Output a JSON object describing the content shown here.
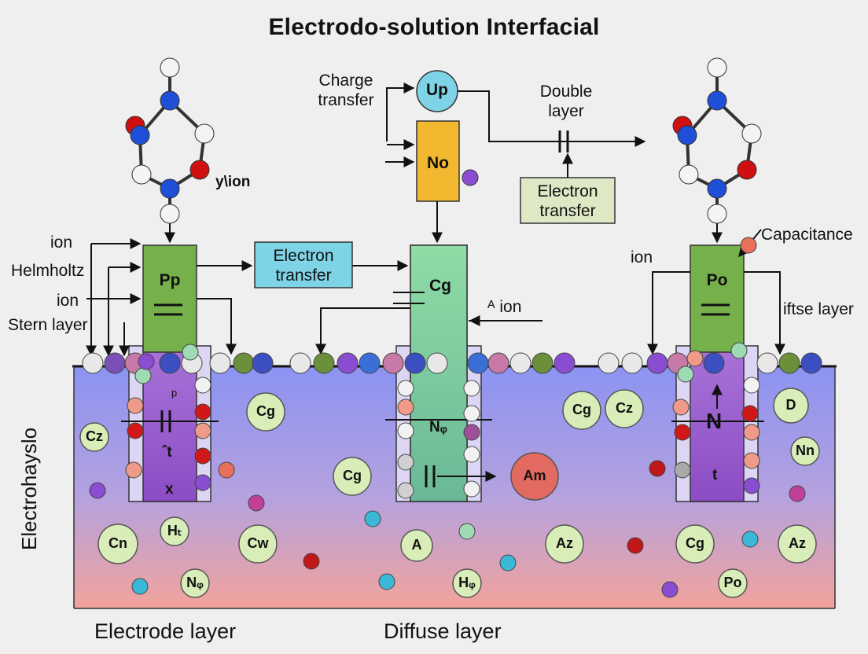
{
  "title": "Electrodo-solution Interfacial",
  "left_labels": {
    "ion_top": "ion",
    "helmholtz": "Helmholtz",
    "ion_mid": "ion",
    "stern_layer": "Stern layer",
    "molecule_ion": "у\\ion"
  },
  "right_labels": {
    "capacitance": "Capacitance",
    "ion": "ion",
    "diffuse_layer": "iftse layer"
  },
  "center_labels": {
    "charge_transfer": "Charge\ntransfer",
    "double_layer": "Double\nlayer",
    "electron_transfer_top": "Electron\ntransfer",
    "electron_transfer_mid": "Electron\ntransfer",
    "a_ion": "ᴬ ion"
  },
  "nodes": {
    "up": "Up",
    "no": "No",
    "pp": "Pp",
    "cg_column": "Cg",
    "po": "Po"
  },
  "column_marks": {
    "left_cap": "ᵖ",
    "left_t": "ˆt",
    "left_x": "x",
    "mid_nz": "Nᵩ",
    "right_n": "N",
    "right_t": "t"
  },
  "ion_bubbles": [
    "Cz",
    "Cg",
    "Cg",
    "Am",
    "Cg",
    "Cz",
    "D",
    "Nn",
    "Cn",
    "Hₜ",
    "Cw",
    "A",
    "Az",
    "Cg",
    "Az",
    "Nᵩ",
    "Hᵩ",
    "Po"
  ],
  "side_label": "Electrohayslo",
  "bottom_labels": {
    "electrode": "Electrode layer",
    "diffuse": "Diffuse layer"
  },
  "colors": {
    "solution_top": "#8b93f2",
    "solution_bottom": "#f0a09a",
    "column_green": "#76b04a",
    "column_mint": "#7fcf9a",
    "column_purple": "#9a5ccf",
    "box_cyan": "#7fd3e6",
    "box_yellow": "#f2b830",
    "box_olive": "#dfe8c4",
    "bubble_fill": "#d9edb8"
  }
}
